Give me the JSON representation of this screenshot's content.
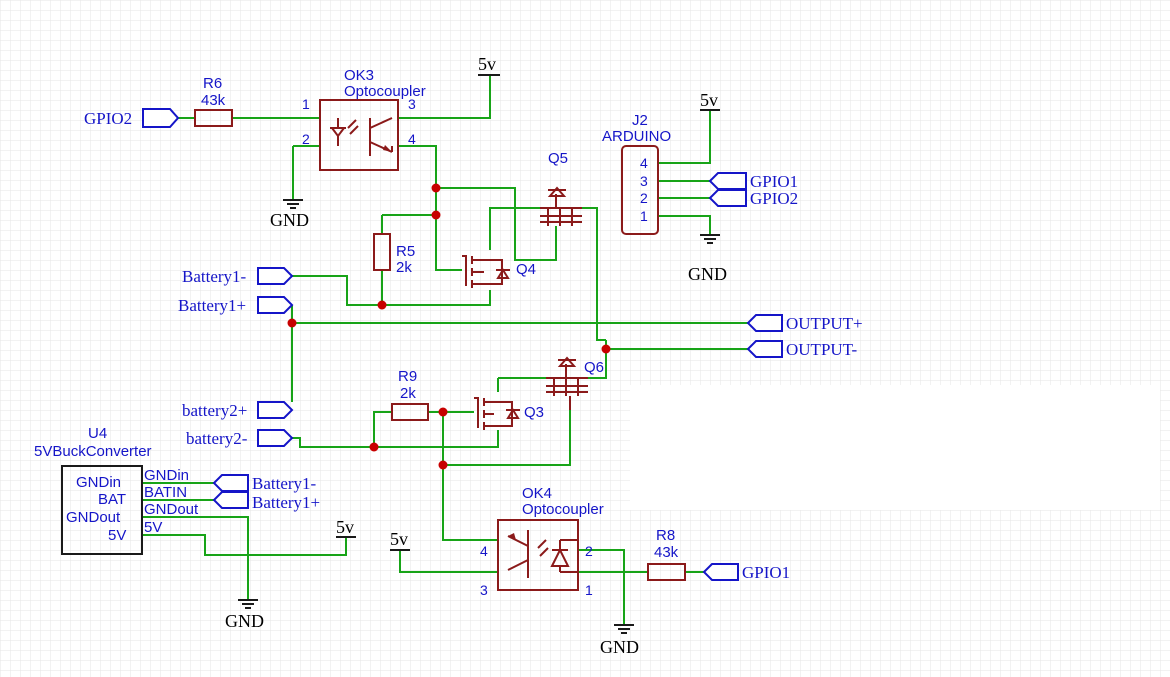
{
  "components": {
    "r6": {
      "ref": "R6",
      "value": "43k"
    },
    "ok3": {
      "ref": "OK3",
      "value": "Optocoupler",
      "pins": [
        "1",
        "2",
        "3",
        "4"
      ]
    },
    "r5": {
      "ref": "R5",
      "value": "2k"
    },
    "q5": {
      "ref": "Q5"
    },
    "q4": {
      "ref": "Q4"
    },
    "j2": {
      "ref": "J2",
      "value": "ARDUINO",
      "pins": [
        "4",
        "3",
        "2",
        "1"
      ]
    },
    "r9": {
      "ref": "R9",
      "value": "2k"
    },
    "q6": {
      "ref": "Q6"
    },
    "q3": {
      "ref": "Q3"
    },
    "u4": {
      "ref": "U4",
      "value": "5VBuckConverter",
      "pins": [
        "GNDin",
        "BAT",
        "GNDout",
        "5V"
      ]
    },
    "ok4": {
      "ref": "OK4",
      "value": "Optocoupler",
      "pins": [
        "4",
        "3",
        "2",
        "1"
      ]
    },
    "r8": {
      "ref": "R8",
      "value": "43k"
    }
  },
  "net_labels": {
    "gpio2_in": "GPIO2",
    "j2_gpio1": "GPIO1",
    "j2_gpio2": "GPIO2",
    "battery1_minus": "Battery1-",
    "battery1_plus": "Battery1+",
    "output_plus": "OUTPUT+",
    "output_minus": "OUTPUT-",
    "battery2_plus": "battery2+",
    "battery2_minus": "battery2-",
    "u4_battery1_minus": "Battery1-",
    "u4_battery1_plus": "Battery1+",
    "gpio1_in": "GPIO1"
  },
  "u4_wire_labels": [
    "GNDin",
    "BATIN",
    "GNDout",
    "5V"
  ],
  "power": {
    "vcc_ok3": "5v",
    "vcc_j2": "5v",
    "vcc_u4": "5v",
    "vcc_ok4": "5v",
    "gnd_ok3": "GND",
    "gnd_j2": "GND",
    "gnd_u4": "GND",
    "gnd_ok4": "GND"
  },
  "colors": {
    "wire": "#18a418",
    "component": "#8b1a1a",
    "label": "#1515c8",
    "junction": "#c80000",
    "grid": "#e6e6e6"
  }
}
